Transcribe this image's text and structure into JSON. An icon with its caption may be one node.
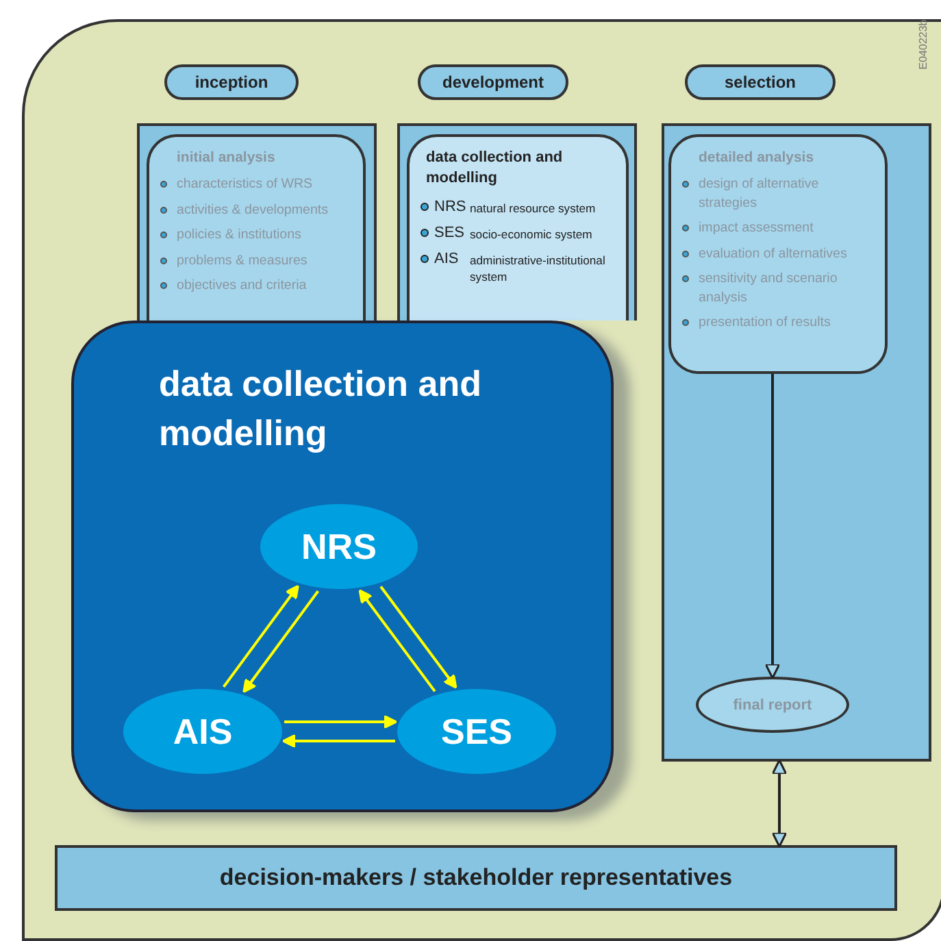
{
  "diagram": {
    "nodes": [
      {
        "text": [
          "inception"
        ]
      },
      {
        "text": [
          "development"
        ]
      },
      {
        "text": [
          "selection"
        ]
      },
      {
        "text": [],
        "shape": "box"
      },
      {
        "text": [
          "initial analysis",
          "characteristics of WRS",
          "activities & developments",
          "policies & institutions",
          "problems & measures",
          "objectives and criteria"
        ],
        "in": 3
      },
      {
        "text": [],
        "shape": "box"
      },
      {
        "text": [
          "data collection and modelling",
          "NRS",
          "natural resource system",
          "SES",
          "socio-economic system",
          "AIS",
          "administrative-institutional system"
        ],
        "in": 5
      },
      {
        "text": [],
        "shape": "box"
      },
      {
        "text": [
          "detailed analysis",
          "design of alternative strategies",
          "impact assessment",
          "evaluation of alternatives",
          "sensitivity and scenario analysis",
          "presentation of results"
        ],
        "in": 7
      },
      {
        "text": [
          "final report"
        ],
        "in": 7
      },
      {
        "text": [
          "data collection and modelling"
        ]
      },
      {
        "text": [
          "NRS"
        ],
        "in": 10
      },
      {
        "text": [
          "SES"
        ],
        "in": 10
      },
      {
        "text": [
          "AIS"
        ],
        "in": 10
      },
      {
        "text": [
          "decision-makers / stakeholder representatives"
        ]
      }
    ],
    "edges": [
      {
        "from": 8,
        "to": 9,
        "arrow": "to",
        "color": "#222222"
      },
      {
        "from": 7,
        "to": 14,
        "arrow": "both",
        "color": "#222222"
      },
      {
        "from": 11,
        "to": 12,
        "arrow": "to",
        "color": "#ffff00"
      },
      {
        "from": 12,
        "to": 11,
        "arrow": "to",
        "color": "#ffff00"
      },
      {
        "from": 11,
        "to": 13,
        "arrow": "to",
        "color": "#ffff00"
      },
      {
        "from": 13,
        "to": 11,
        "arrow": "to",
        "color": "#ffff00"
      },
      {
        "from": 13,
        "to": 12,
        "arrow": "to",
        "color": "#ffff00"
      },
      {
        "from": 12,
        "to": 13,
        "arrow": "to",
        "color": "#ffff00"
      }
    ],
    "labels": [
      "E040223b"
    ]
  }
}
